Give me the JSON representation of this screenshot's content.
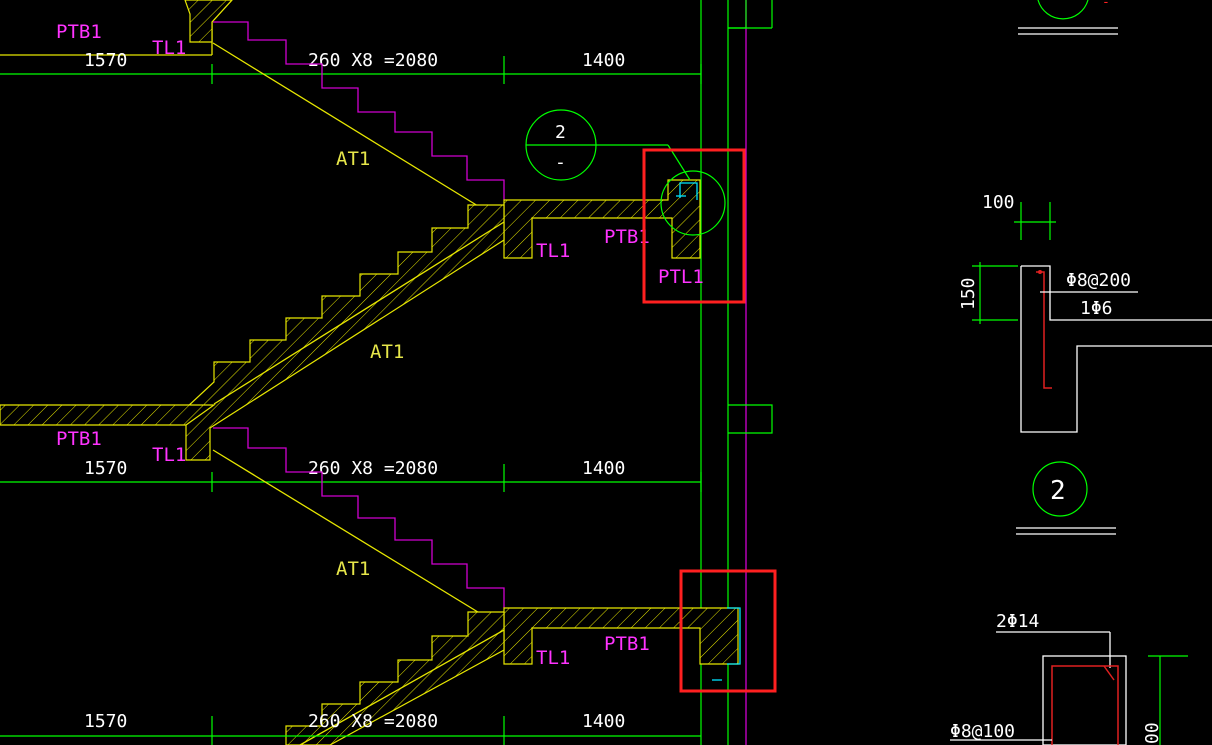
{
  "labels": {
    "ptb1": "PTB1",
    "tl1": "TL1",
    "at1": "AT1",
    "ptl1": "PTL1",
    "dim_1570": "1570",
    "dim_2080": "260 X8 =2080",
    "dim_1400": "1400",
    "callout_num": "2",
    "callout_sub": "-",
    "detail_100": "100",
    "detail_150": "150",
    "rebar_stirrup": "Φ8@200",
    "rebar_main": "1Φ6",
    "section_num": "2",
    "rebar_2phi14": "2Φ14",
    "rebar_phi8_100": "Φ8@100",
    "partial_100": "00"
  },
  "colors": {
    "background": "#000000",
    "grid_green": "#00ff00",
    "stair_yellow": "#e6e600",
    "step_magenta": "#d000d0",
    "label_magenta": "#ff33ff",
    "highlight_red": "#ff2020",
    "rebar_cyan": "#00e5ff",
    "text_white": "#ffffff"
  }
}
